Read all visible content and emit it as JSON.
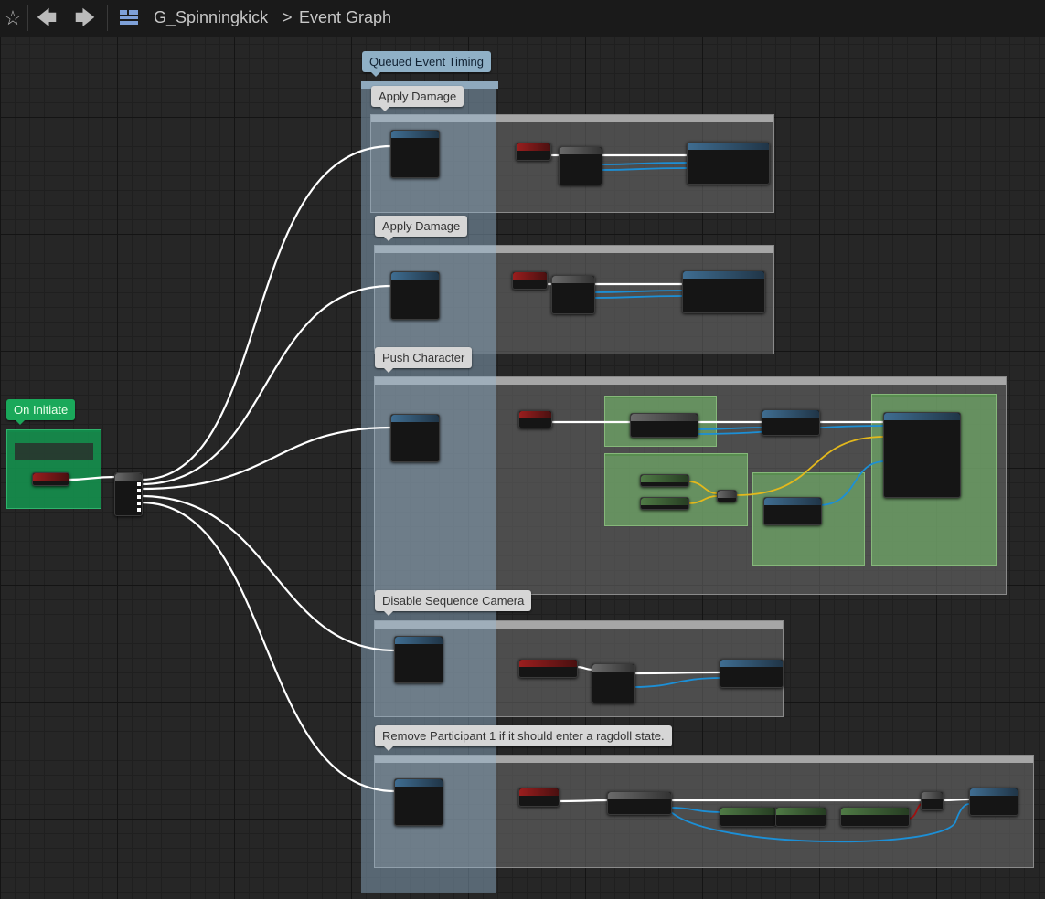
{
  "toolbar": {
    "favorite_icon": "star-icon",
    "back_icon": "arrow-left-icon",
    "forward_icon": "arrow-right-icon",
    "blueprint_icon": "blueprint-icon"
  },
  "breadcrumb": {
    "asset": "G_Spinningkick",
    "separator": ">",
    "graph": "Event Graph"
  },
  "comments": {
    "queued": "Queued Event Timing",
    "apply1": "Apply Damage",
    "apply2": "Apply Damage",
    "push": "Push Character",
    "disable": "Disable Sequence Camera",
    "remove": "Remove Participant 1 if it should enter a ragdoll state.",
    "on_initiate": "On Initiate"
  },
  "colors": {
    "exec_wire": "#ffffff",
    "object_wire": "#1c8fd6",
    "vector_wire": "#e3b81c",
    "bool_wire": "#a01010",
    "green_comment": "#7fbf6e",
    "blue_band": "#96b9d2"
  }
}
